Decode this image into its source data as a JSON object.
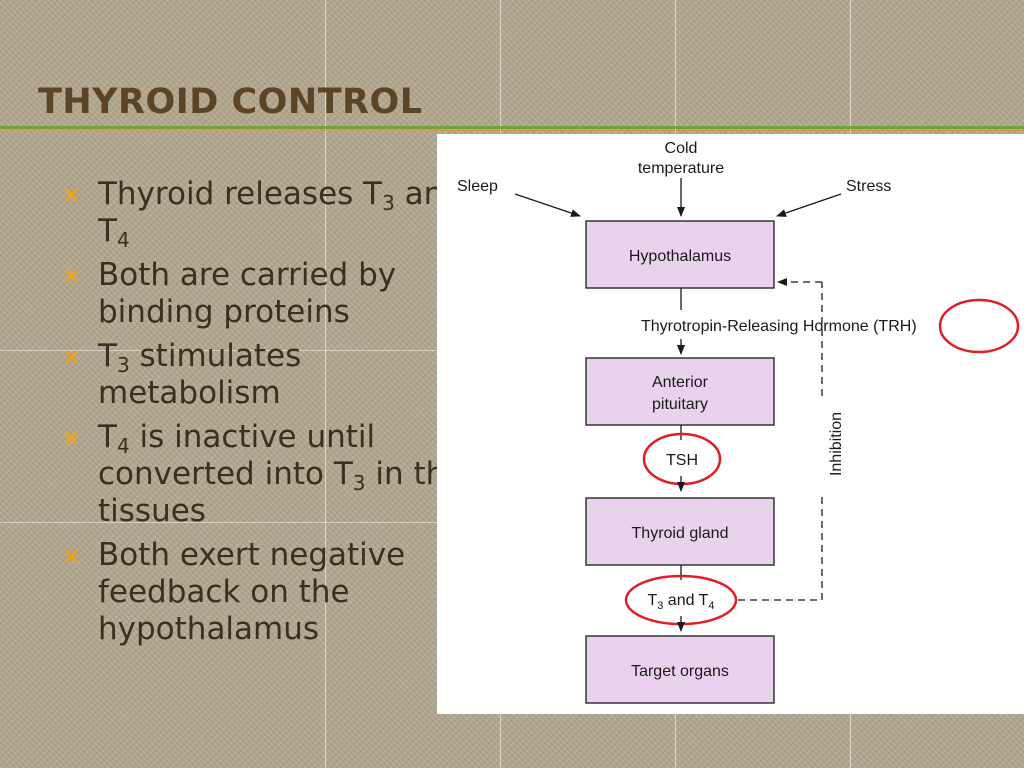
{
  "slide": {
    "title": "Thyroid Control",
    "bullets": [
      {
        "parts": [
          {
            "t": "Thyroid releases T"
          },
          {
            "t": "3",
            "sub": true
          },
          {
            "t": " and T"
          },
          {
            "t": "4",
            "sub": true
          }
        ]
      },
      {
        "parts": [
          {
            "t": "Both are carried by binding proteins"
          }
        ]
      },
      {
        "parts": [
          {
            "t": "T"
          },
          {
            "t": "3",
            "sub": true
          },
          {
            "t": "  stimulates metabolism"
          }
        ]
      },
      {
        "parts": [
          {
            "t": "T"
          },
          {
            "t": "4",
            "sub": true
          },
          {
            "t": " is inactive until converted into T"
          },
          {
            "t": "3",
            "sub": true
          },
          {
            "t": " in the tissues"
          }
        ]
      },
      {
        "parts": [
          {
            "t": "Both exert negative feedback on the hypothalamus"
          }
        ]
      }
    ]
  },
  "diagram": {
    "inputs": {
      "cold_line1": "Cold",
      "cold_line2": "temperature",
      "sleep": "Sleep",
      "stress": "Stress"
    },
    "boxes": {
      "hypothalamus": "Hypothalamus",
      "anterior_line1": "Anterior",
      "anterior_line2": "pituitary",
      "thyroid_gland": "Thyroid gland",
      "target_organs": "Target organs"
    },
    "hormones": {
      "trh": "Thyrotropin-Releasing Hormone (TRH)",
      "tsh": "TSH",
      "t3_t": "T",
      "t3_sub": "3",
      "and_t": " and T",
      "t4_sub": "4"
    },
    "feedback_label": "Inhibition",
    "colors": {
      "box_fill": "#e9d3ec",
      "highlight_circle": "#e01e25"
    }
  },
  "colors": {
    "title": "#5a4626",
    "accent_green": "#74a23e",
    "bullet_marker": "#f0a21c",
    "body_text": "#3b2f21"
  }
}
